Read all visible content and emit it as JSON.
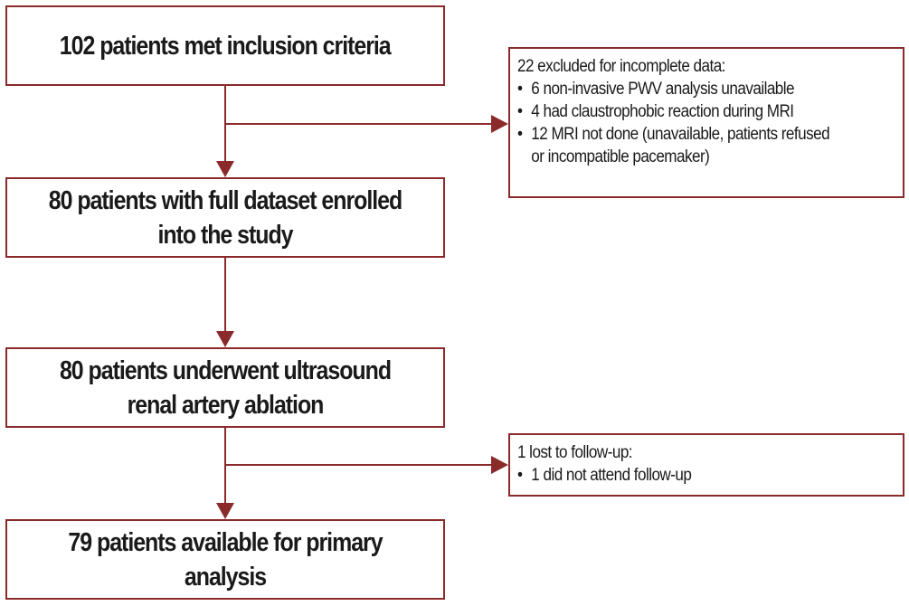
{
  "boxes": {
    "box1": "102 patients met inclusion criteria",
    "box2": "80 patients with full dataset enrolled into the study",
    "box3": "80 patients underwent ultrasound renal artery ablation",
    "box4": "79 patients available for primary analysis"
  },
  "exclusions": {
    "excl1": {
      "title": "22 excluded for incomplete data:",
      "items": [
        "6 non-invasive PWV analysis unavailable",
        "4 had claustrophobic reaction during MRI",
        "12 MRI not done (unavailable, patients refused\nor incompatible pacemaker)"
      ]
    },
    "excl2": {
      "title": "1 lost to follow-up:",
      "items": [
        "1 did not attend follow-up"
      ]
    }
  },
  "bullet_char": "•",
  "colors": {
    "border": "#8b2a2a",
    "arrow": "#8b2a2a",
    "text": "#1a1a1a",
    "background": "#ffffff"
  }
}
